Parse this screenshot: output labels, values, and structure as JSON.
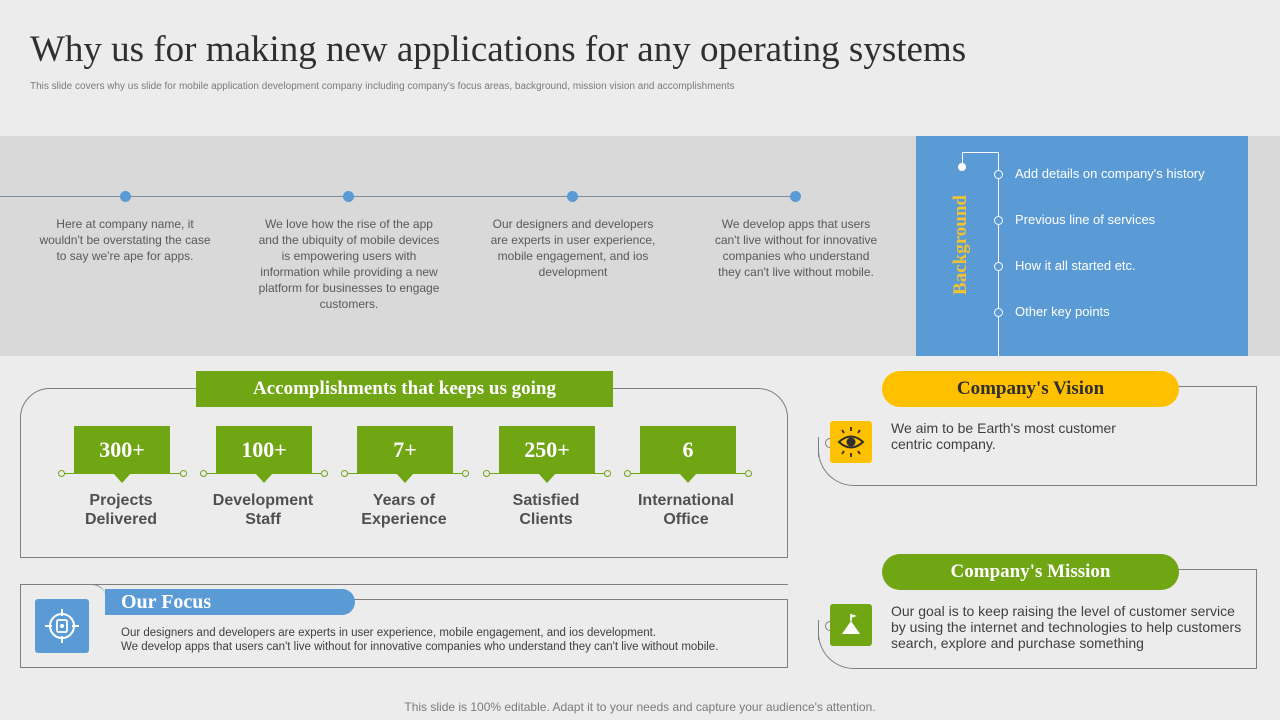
{
  "slide": {
    "title": "Why us for making new applications for any operating systems",
    "subtitle": "This slide covers why us slide for mobile application development company including company's focus areas, background, mission vision and accomplishments",
    "footer": "This slide is 100% editable. Adapt it to your needs and capture your audience's attention."
  },
  "timeline": [
    {
      "text": "Here at company name, it wouldn't be overstating the case to say we're ape for apps."
    },
    {
      "text": "We love how the rise of the app and the ubiquity of mobile devices is empowering users with information while providing a new platform for businesses to engage customers."
    },
    {
      "text": "Our designers and developers are experts in user experience, mobile engagement, and ios development"
    },
    {
      "text": "We develop apps that users can't live without for innovative companies who understand they can't live without mobile."
    }
  ],
  "background": {
    "label": "Background",
    "items": [
      "Add details on company's history",
      "Previous line of services",
      "How it all started etc.",
      "Other key points"
    ]
  },
  "accomplishments": {
    "title": "Accomplishments that keeps us going",
    "stats": [
      {
        "value": "300+",
        "label1": "Projects",
        "label2": "Delivered"
      },
      {
        "value": "100+",
        "label1": "Development",
        "label2": "Staff"
      },
      {
        "value": "7+",
        "label1": "Years of",
        "label2": "Experience"
      },
      {
        "value": "250+",
        "label1": "Satisfied",
        "label2": "Clients"
      },
      {
        "value": "6",
        "label1": "International",
        "label2": "Office"
      }
    ]
  },
  "focus": {
    "title": "Our Focus",
    "line1": "Our designers and developers are experts in user experience, mobile engagement, and ios development.",
    "line2": "We develop apps that users can't live without for innovative companies who understand they can't live without mobile.",
    "icon": "target-icon"
  },
  "vision": {
    "title": "Company's Vision",
    "text": "We aim to be Earth's most customer centric company.",
    "icon": "eye-icon"
  },
  "mission": {
    "title": "Company's Mission",
    "text": "Our goal is to keep raising the level of customer service by using the internet and technologies to help customers search, explore and purchase something",
    "icon": "mountain-flag-icon"
  },
  "colors": {
    "green": "#70a513",
    "blue": "#5b9bd5",
    "yellow": "#ffc000",
    "gold_text": "#f2c230"
  }
}
